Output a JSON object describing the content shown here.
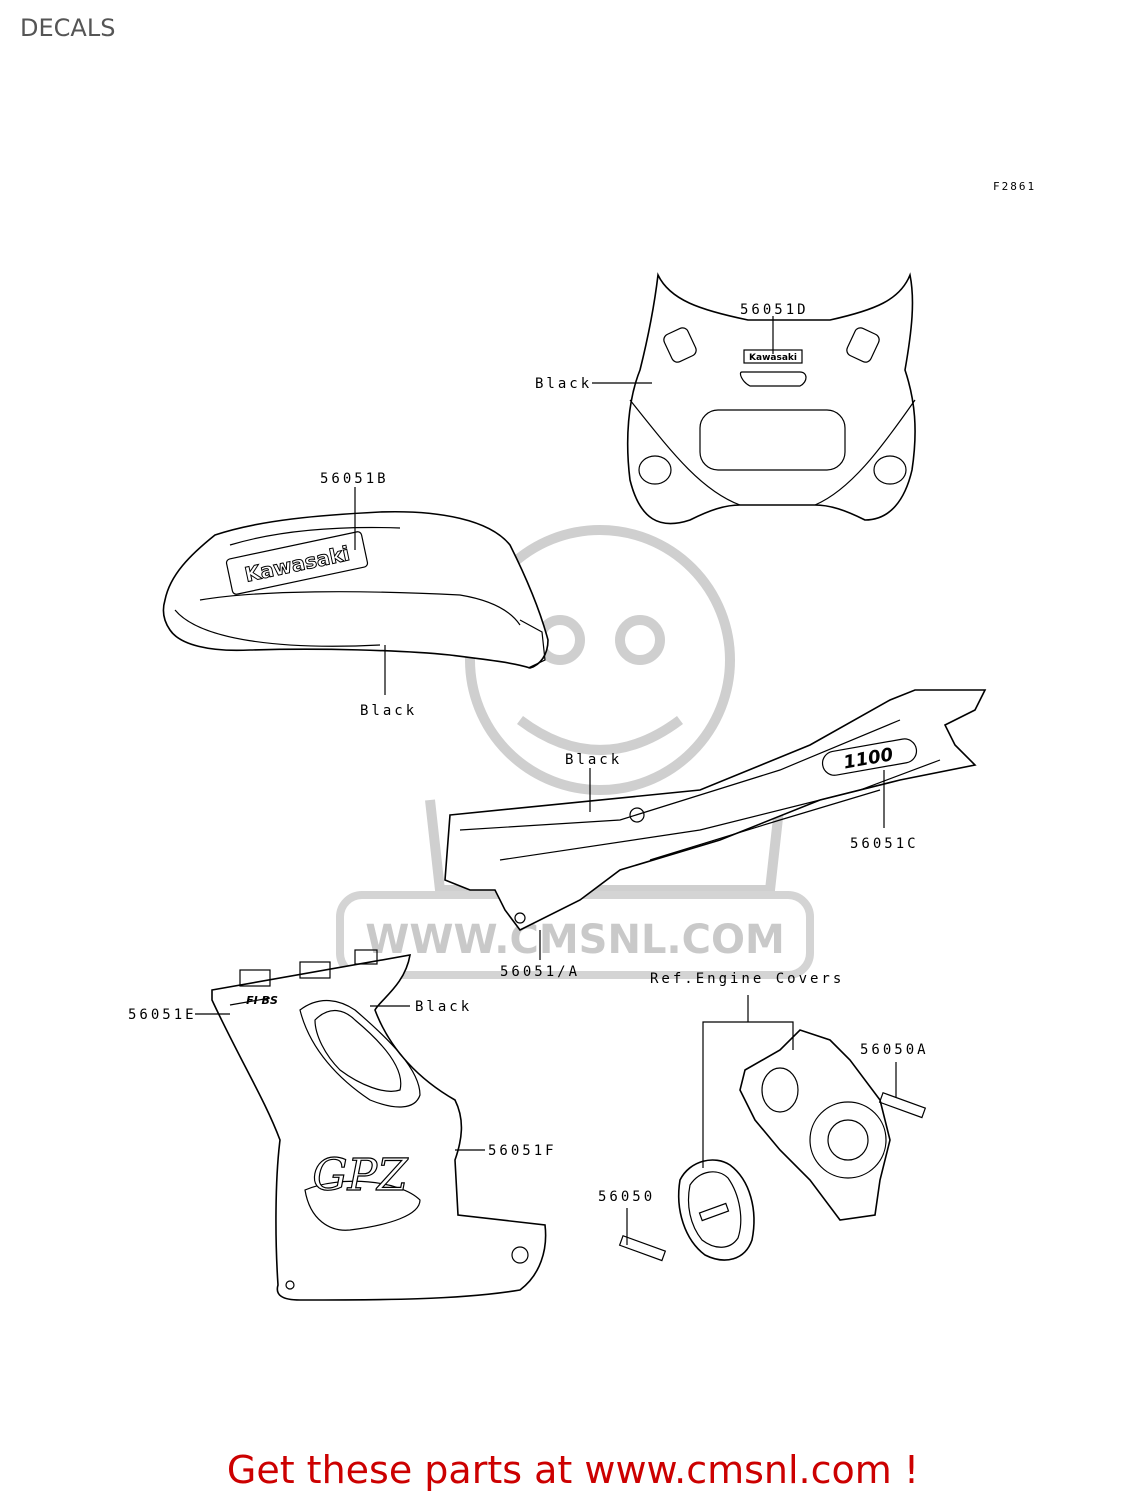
{
  "page": {
    "title": "DECALS",
    "figure_code": "F2861"
  },
  "watermark": {
    "text": "WWW.CMSNL.COM",
    "logo": "cmsnl-mascot-logo"
  },
  "labels": {
    "p56051D": "56051D",
    "p56051B": "56051B",
    "p56051C": "56051C",
    "p56051A": "56051/A",
    "p56051E": "56051E",
    "p56051F": "56051F",
    "p56050A": "56050A",
    "p56050": "56050",
    "black": "Black",
    "ref_engine_covers": "Ref.Engine Covers"
  },
  "decal_text": {
    "tank_logo": "Kawasaki",
    "cowl_logo": "Kawasaki",
    "tail_logo": "1100",
    "fairing_small": "FI BS",
    "fairing_large": "GPZ"
  },
  "footer": {
    "text": "Get these parts at www.cmsnl.com !",
    "color": "#cc0000"
  }
}
